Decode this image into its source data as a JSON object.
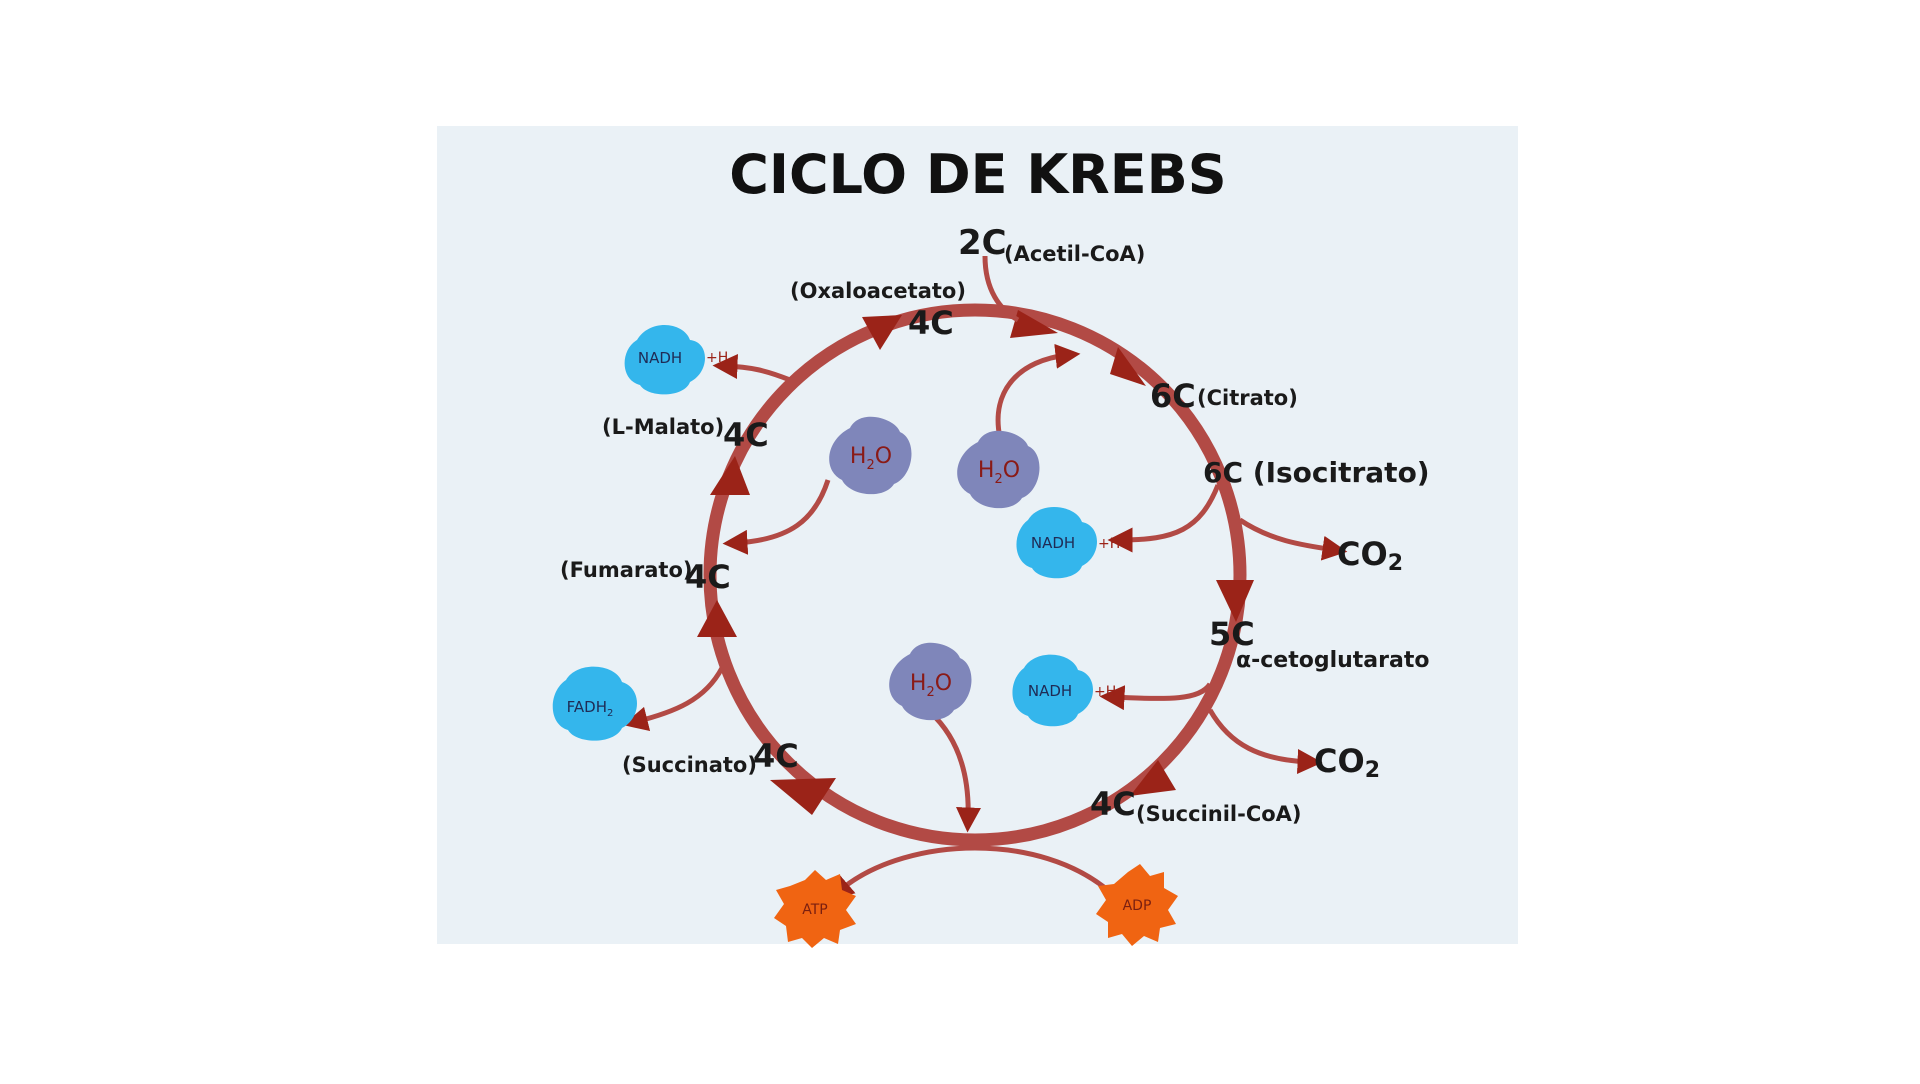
{
  "title": "CICLO DE KREBS",
  "colors": {
    "panel_bg": "#eaf1f6",
    "cycle": "#b24a45",
    "arrow_head": "#9b2318",
    "nadh_blob": "#34b6ec",
    "h2o_blob": "#7f86ba",
    "atp_blob": "#f06412"
  },
  "nodes": {
    "acetil_c": "2C",
    "acetil_name": "(Acetil-CoA)",
    "oxalo_name": "(Oxaloacetato)",
    "oxalo_c": "4C",
    "citrato_c": "6C",
    "citrato_name": "(Citrato)",
    "isocitrato": "6C (Isocitrato)",
    "cetoglutarato_c": "5C",
    "cetoglutarato_name": "α-cetoglutarato",
    "succinil_c": "4C",
    "succinil_name": "(Succinil-CoA)",
    "succinato_name": "(Succinato)",
    "succinato_c": "4C",
    "fumarato_name": "(Fumarato)",
    "fumarato_c": "4C",
    "malato_name": "(L-Malato)",
    "malato_c": "4C"
  },
  "molecules": {
    "nadh": "NADH",
    "plus_h": "+H",
    "fadh": "FADH",
    "fadh_sub": "2",
    "h2o_h": "H",
    "h2o_sub": "2",
    "h2o_o": "O",
    "atp": "ATP",
    "adp": "ADP",
    "co2": "CO",
    "co2_sub": "2"
  }
}
